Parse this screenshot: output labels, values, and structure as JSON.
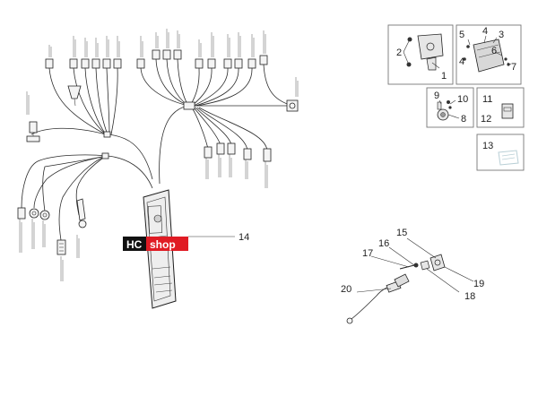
{
  "callouts": {
    "n1": "1",
    "n2": "2",
    "n3": "3",
    "n4a": "4",
    "n4b": "4",
    "n5": "5",
    "n6": "6",
    "n7": "7",
    "n8": "8",
    "n9": "9",
    "n10": "10",
    "n11": "11",
    "n12": "12",
    "n13": "13",
    "n14": "14",
    "n15": "15",
    "n16": "16",
    "n17": "17",
    "n18": "18",
    "n19": "19",
    "n20": "20"
  },
  "watermark": {
    "part1": "HC",
    "part2": "shop"
  },
  "colors": {
    "badge_dark": "#111111",
    "badge_red": "#e01b24",
    "lines": "#2b2b2b",
    "frames": "#777777"
  }
}
